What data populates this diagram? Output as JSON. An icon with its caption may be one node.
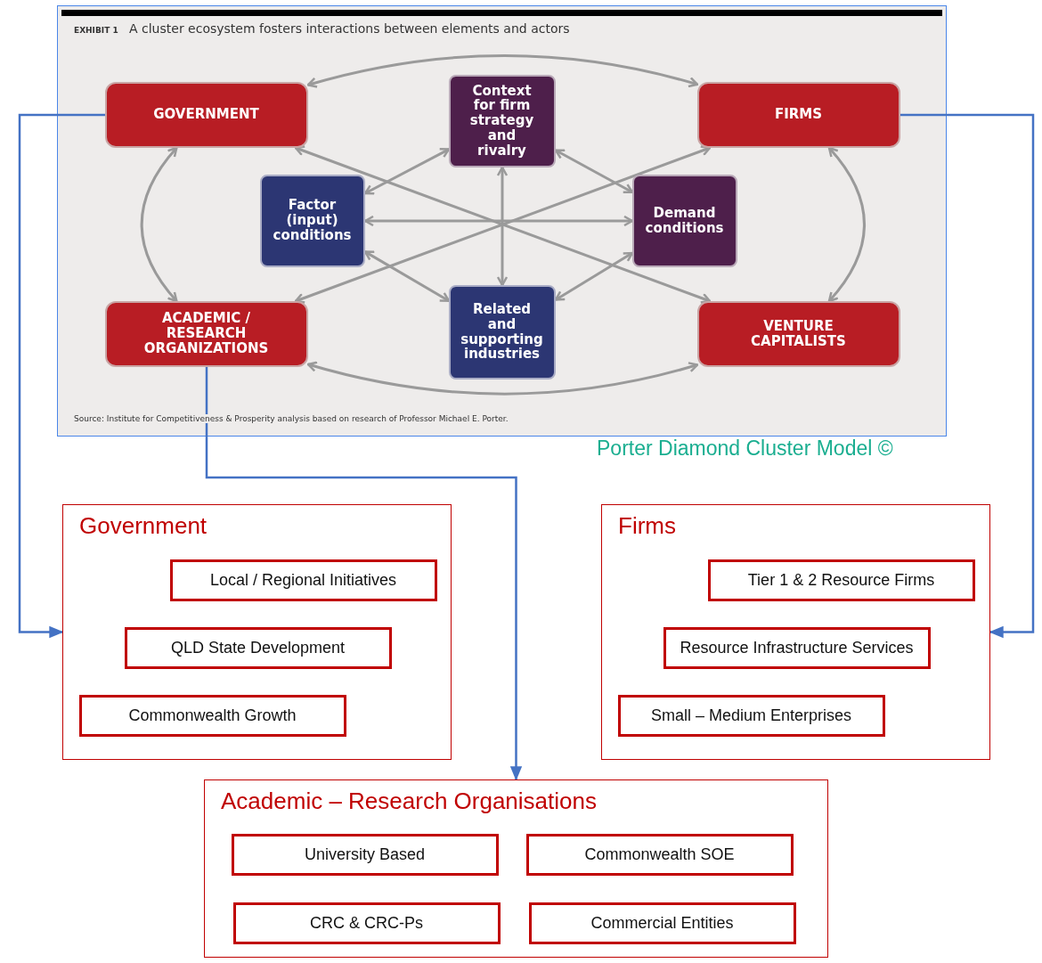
{
  "diagram": {
    "nodes": [
      {
        "text": [
          "EXHIBIT 1",
          "A cluster ecosystem fosters interactions between elements and actors",
          "Source: Institute for Competitiveness & Prosperity analysis based on research of Professor Michael E. Porter."
        ],
        "beside": [
          "Porter Diamond Cluster Model ©"
        ]
      },
      {
        "text": [
          "GOVERNMENT"
        ],
        "in": 0
      },
      {
        "text": [
          "Context for firm strategy and rivalry"
        ],
        "in": 0
      },
      {
        "text": [
          "FIRMS"
        ],
        "in": 0
      },
      {
        "text": [
          "Factor (input) conditions"
        ],
        "in": 0
      },
      {
        "text": [
          "Demand conditions"
        ],
        "in": 0
      },
      {
        "text": [
          "ACADEMIC / RESEARCH ORGANIZATIONS"
        ],
        "in": 0
      },
      {
        "text": [
          "Related and supporting industries"
        ],
        "in": 0
      },
      {
        "text": [
          "VENTURE CAPITALISTS"
        ],
        "in": 0
      },
      {
        "text": [
          "Government"
        ]
      },
      {
        "text": [
          "Local / Regional Initiatives"
        ],
        "in": 9
      },
      {
        "text": [
          "QLD State Development"
        ],
        "in": 9
      },
      {
        "text": [
          "Commonwealth Growth"
        ],
        "in": 9
      },
      {
        "text": [
          "Firms"
        ]
      },
      {
        "text": [
          "Tier 1 & 2 Resource Firms"
        ],
        "in": 13
      },
      {
        "text": [
          "Resource Infrastructure Services"
        ],
        "in": 13
      },
      {
        "text": [
          "Small – Medium Enterprises"
        ],
        "in": 13
      },
      {
        "text": [
          "Academic – Research Organisations"
        ]
      },
      {
        "text": [
          "University Based"
        ],
        "in": 17
      },
      {
        "text": [
          "Commonwealth SOE"
        ],
        "in": 17
      },
      {
        "text": [
          "CRC & CRC-Ps"
        ],
        "in": 17
      },
      {
        "text": [
          "Commercial Entities"
        ],
        "in": 17
      }
    ],
    "edges": [
      {
        "from": 1,
        "to": 3,
        "arrow": "both"
      },
      {
        "from": 1,
        "to": 6,
        "arrow": "both"
      },
      {
        "from": 3,
        "to": 8,
        "arrow": "both"
      },
      {
        "from": 1,
        "to": 8,
        "arrow": "both"
      },
      {
        "from": 6,
        "to": 3,
        "arrow": "both"
      },
      {
        "from": 2,
        "to": 4,
        "arrow": "both"
      },
      {
        "from": 2,
        "to": 5,
        "arrow": "both"
      },
      {
        "from": 2,
        "to": 7,
        "arrow": "both"
      },
      {
        "from": 4,
        "to": 5,
        "arrow": "both"
      },
      {
        "from": 4,
        "to": 7,
        "arrow": "both"
      },
      {
        "from": 5,
        "to": 7,
        "arrow": "both"
      },
      {
        "from": 6,
        "to": 8,
        "arrow": "both"
      },
      {
        "from": 1,
        "to": 9,
        "arrow": "to",
        "color": "#4472c4"
      },
      {
        "from": 3,
        "to": 13,
        "arrow": "to",
        "color": "#4472c4"
      },
      {
        "from": 6,
        "to": 17,
        "arrow": "to",
        "color": "#4472c4"
      }
    ]
  }
}
